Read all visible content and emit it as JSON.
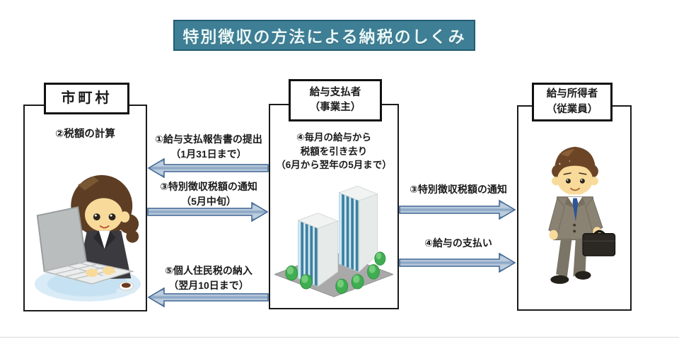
{
  "title_banner": {
    "text": "特別徴収の方法による納税のしくみ",
    "bg_color": "#3e7f96",
    "border_color": "#235d73",
    "text_color": "#e9f7f7"
  },
  "entities": {
    "municipality": {
      "header": "市町村",
      "note": "②税額の計算",
      "illustration": "woman-working-at-laptop"
    },
    "employer": {
      "header_line1": "給与支払者",
      "header_line2": "（事業主）",
      "note_line1": "④毎月の給与から",
      "note_line2": "税額を引き去り",
      "note_line3": "（6月から翌年の5月まで）",
      "illustration": "office-building"
    },
    "employee": {
      "header_line1": "給与所得者",
      "header_line2": "（従業員）",
      "illustration": "businessman-with-briefcase"
    }
  },
  "flows": [
    {
      "from": "employer",
      "to": "municipality",
      "direction": "left",
      "line1": "①給与支払報告書の提出",
      "line2": "（1月31日まで）"
    },
    {
      "from": "municipality",
      "to": "employer",
      "direction": "right",
      "line1": "③特別徴収税額の通知",
      "line2": "（5月中旬）"
    },
    {
      "from": "employer",
      "to": "municipality",
      "direction": "left",
      "line1": "⑤個人住民税の納入",
      "line2": "（翌月10日まで）"
    },
    {
      "from": "employer",
      "to": "employee",
      "direction": "right",
      "line1": "③特別徴収税額の通知"
    },
    {
      "from": "employer",
      "to": "employee",
      "direction": "right",
      "line1": "④給与の支払い"
    }
  ],
  "arrow_style": {
    "edge_color": "#3f6493",
    "light_color": "#bccddd",
    "mid_color": "#84a1c1"
  }
}
